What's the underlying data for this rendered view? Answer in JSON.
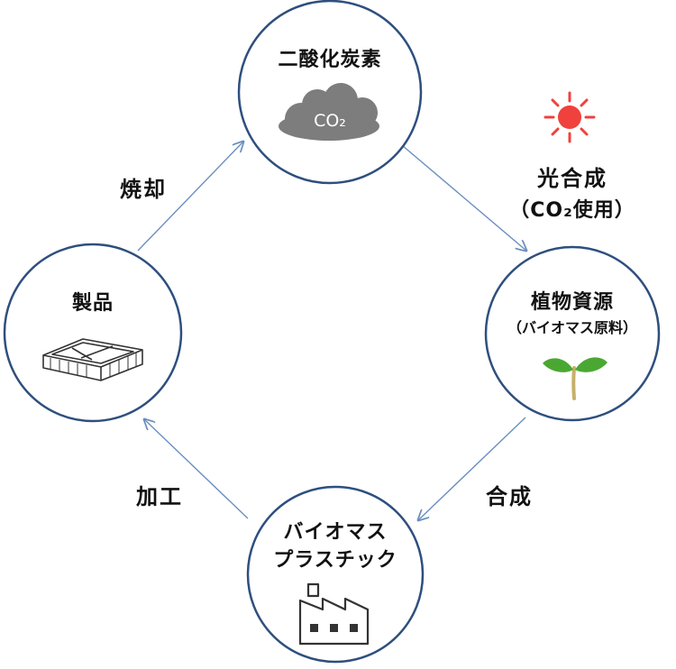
{
  "colors": {
    "circle_stroke": "#2e4f7e",
    "arrow": "#6b8fbf",
    "cloud_fill": "#7d7d7d",
    "sun": "#f0413c",
    "leaf": "#4aa832",
    "stem": "#c7b06a",
    "factory_stroke": "#333333"
  },
  "nodes": {
    "co2": {
      "title": "二酸化炭素",
      "cloud_text": "CO₂",
      "icon": "cloud-icon"
    },
    "plant": {
      "title": "植物資源",
      "subtitle": "（バイオマス原料）",
      "icon": "sprout-icon"
    },
    "plastic": {
      "title_line1": "バイオマス",
      "title_line2": "プラスチック",
      "icon": "factory-icon"
    },
    "product": {
      "title": "製品",
      "icon": "food-tray-icon"
    }
  },
  "edges": {
    "photosynthesis": {
      "label": "光合成",
      "sub_label": "（CO₂使用）",
      "icon": "sun-icon"
    },
    "synthesis": {
      "label": "合成"
    },
    "processing": {
      "label": "加工"
    },
    "incineration": {
      "label": "焼却"
    }
  }
}
